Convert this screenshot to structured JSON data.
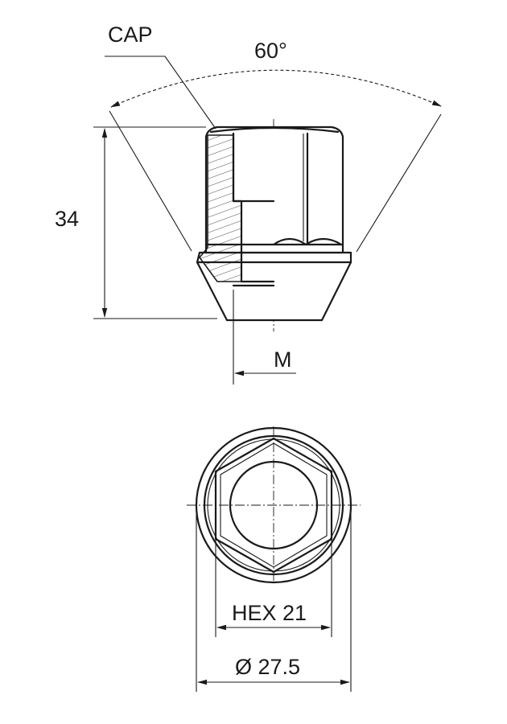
{
  "labels": {
    "cap": "CAP",
    "angle": "60°",
    "height": "34",
    "thread": "M",
    "hex": "HEX 21",
    "diameter": "Ø 27.5"
  },
  "colors": {
    "line": "#1a1a1a",
    "background": "#ffffff"
  }
}
